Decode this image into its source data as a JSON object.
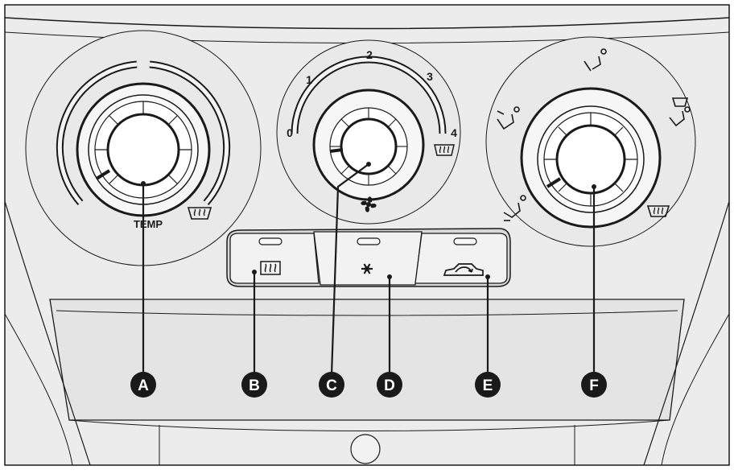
{
  "temp_dial": {
    "label": "TEMP"
  },
  "fan_dial": {
    "scale": [
      "0",
      "1",
      "2",
      "3",
      "4"
    ]
  },
  "callouts": [
    "A",
    "B",
    "C",
    "D",
    "E",
    "F"
  ],
  "colors": {
    "panel": "#ececec",
    "line": "#1a1a1a",
    "callout_fill": "#1a1a1a",
    "callout_text": "#ffffff",
    "indicator_slot": "#f7f7f7"
  },
  "icons": {
    "temp_dial": "windscreen-defrost-icon",
    "fan_dial": "fan-icon",
    "button_b": "rear-window-defrost-icon",
    "button_d": "air-conditioning-snowflake-icon",
    "button_e": "air-recirculation-icon",
    "vent_positions": [
      "vent-face-icon",
      "vent-face-feet-icon",
      "vent-feet-icon",
      "vent-feet-defrost-icon",
      "windscreen-defrost-icon"
    ]
  }
}
